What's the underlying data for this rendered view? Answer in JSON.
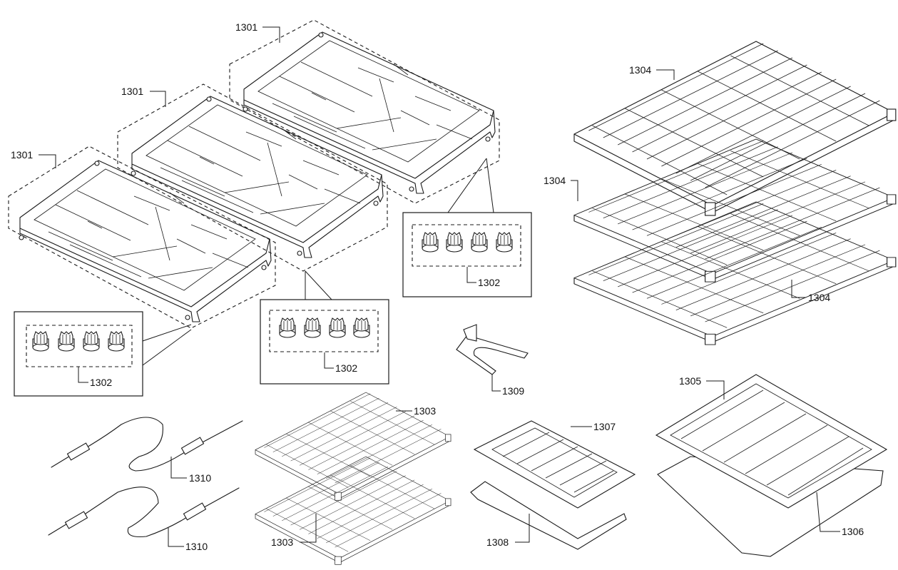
{
  "labels": {
    "grate_a": "1301",
    "grate_b": "1301",
    "grate_c": "1301",
    "caps_a": "1302",
    "caps_b": "1302",
    "caps_c": "1302",
    "rack_small_top": "1303",
    "rack_small_bottom": "1303",
    "rack_top": "1304",
    "rack_mid": "1304",
    "rack_bottom": "1304",
    "broiler_pan_large": "1305",
    "broiler_tray_large": "1306",
    "broiler_pan_small": "1307",
    "broiler_tray_small": "1308",
    "bracket": "1309",
    "probe_top": "1310",
    "probe_bottom": "1310"
  }
}
